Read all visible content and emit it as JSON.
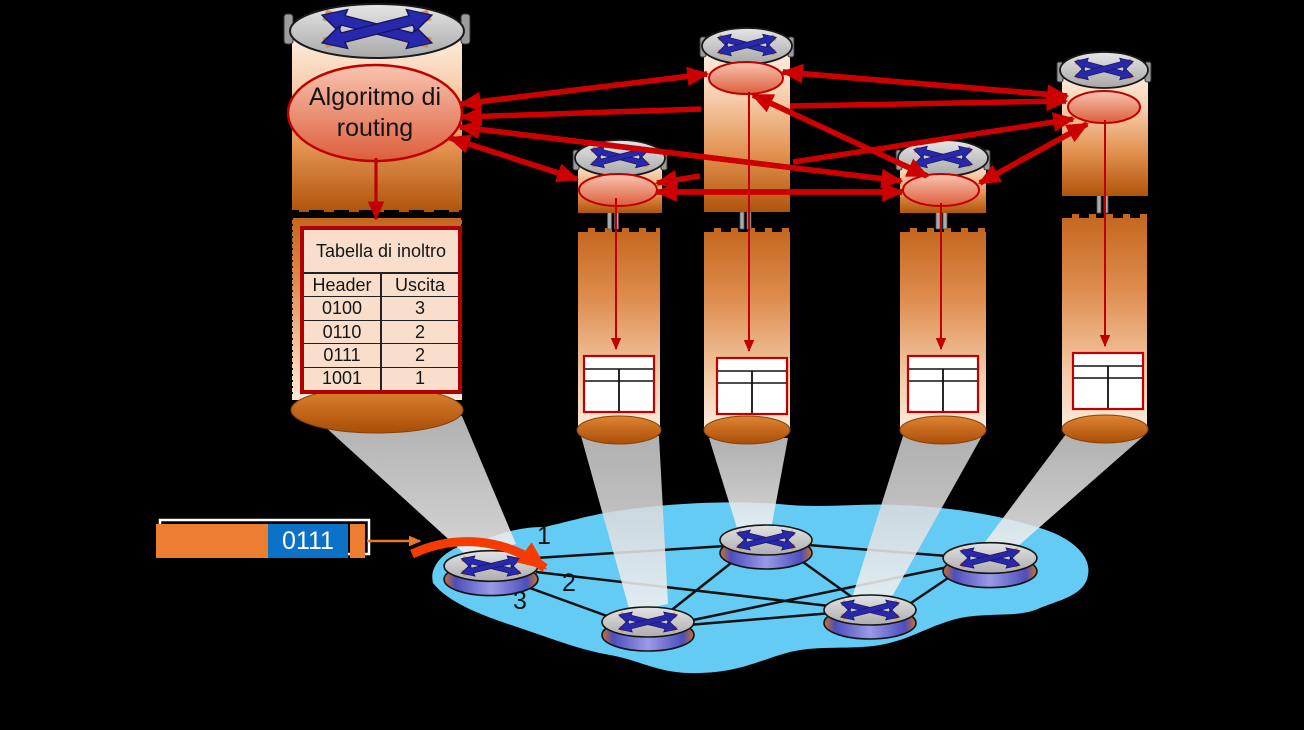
{
  "main_router": {
    "algorithm_label": "Algoritmo di routing",
    "forwarding_table": {
      "title": "Tabella di inoltro",
      "columns": [
        "Header",
        "Uscita"
      ],
      "rows": [
        [
          "0100",
          "3"
        ],
        [
          "0110",
          "2"
        ],
        [
          "0111",
          "2"
        ],
        [
          "1001",
          "1"
        ]
      ]
    }
  },
  "packet": {
    "header_value": "0111"
  },
  "port_labels": [
    "1",
    "2",
    "3"
  ],
  "icons": {
    "router_top": "crossed-arrows-router-icon",
    "mini_table": "forwarding-table-icon"
  },
  "colors": {
    "background": "#000000",
    "mesh_arrow_red": "#CC0000",
    "thin_arrow_red": "#C00000",
    "curved_arrow_orange_red": "#F53B00",
    "packet_orange": "#ED7D31",
    "packet_header_blue": "#0B72C8",
    "cloud_blue": "#63CBF4",
    "table_border_red": "#B00000",
    "table_background": "#F9DFCB",
    "router_body_dark_orange": "#B65608",
    "router_body_light": "#FDF1E6",
    "router_top_gray": "#C9C9C9",
    "disk_side_purple": "#5B5BC8",
    "x_icon_blue": "#2828AC"
  }
}
